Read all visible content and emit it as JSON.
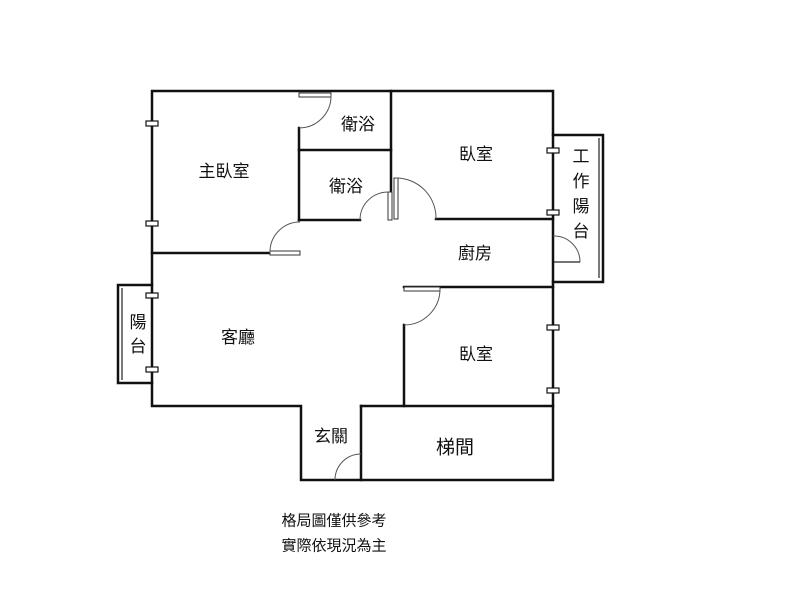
{
  "rooms": {
    "master_bedroom": "主臥室",
    "bathroom_1": "衛浴",
    "bathroom_2": "衛浴",
    "bedroom_1": "臥室",
    "work_balcony": [
      "工",
      "作",
      "陽",
      "台"
    ],
    "kitchen": "廚房",
    "balcony": [
      "陽",
      "台"
    ],
    "living_room": "客廳",
    "bedroom_2": "臥室",
    "entrance": "玄關",
    "stairwell": "梯間"
  },
  "notes": [
    "格局圖僅供參考",
    "實際依現況為主"
  ]
}
